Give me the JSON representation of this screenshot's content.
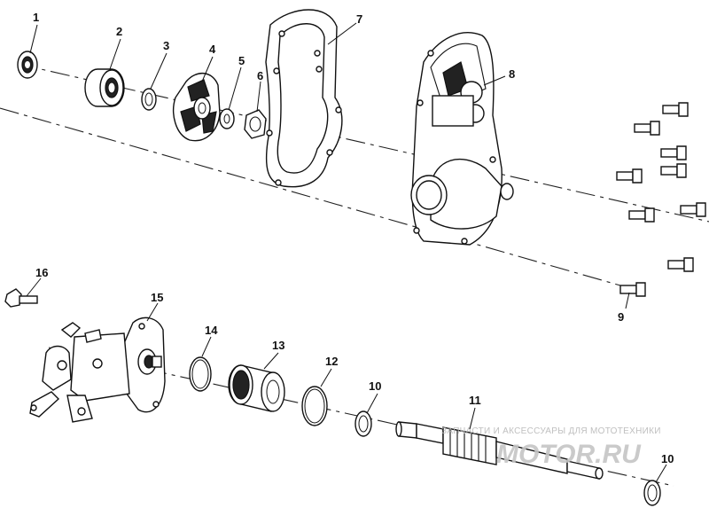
{
  "callouts": {
    "c1": "1",
    "c2": "2",
    "c3": "3",
    "c4": "4",
    "c5": "5",
    "c6": "6",
    "c7": "7",
    "c8": "8",
    "c9": "9",
    "c10a": "10",
    "c10b": "10",
    "c11": "11",
    "c12": "12",
    "c13": "13",
    "c14": "14",
    "c15": "15",
    "c16": "16"
  },
  "watermark": {
    "caption": "ЗАПЧАСТИ И АКСЕССУАРЫ ДЛЯ МОТОТЕХНИКИ",
    "logo": "MOTOR.RU"
  },
  "colors": {
    "ink": "#111111",
    "watermark": "#c5c5c5",
    "background": "#ffffff"
  }
}
